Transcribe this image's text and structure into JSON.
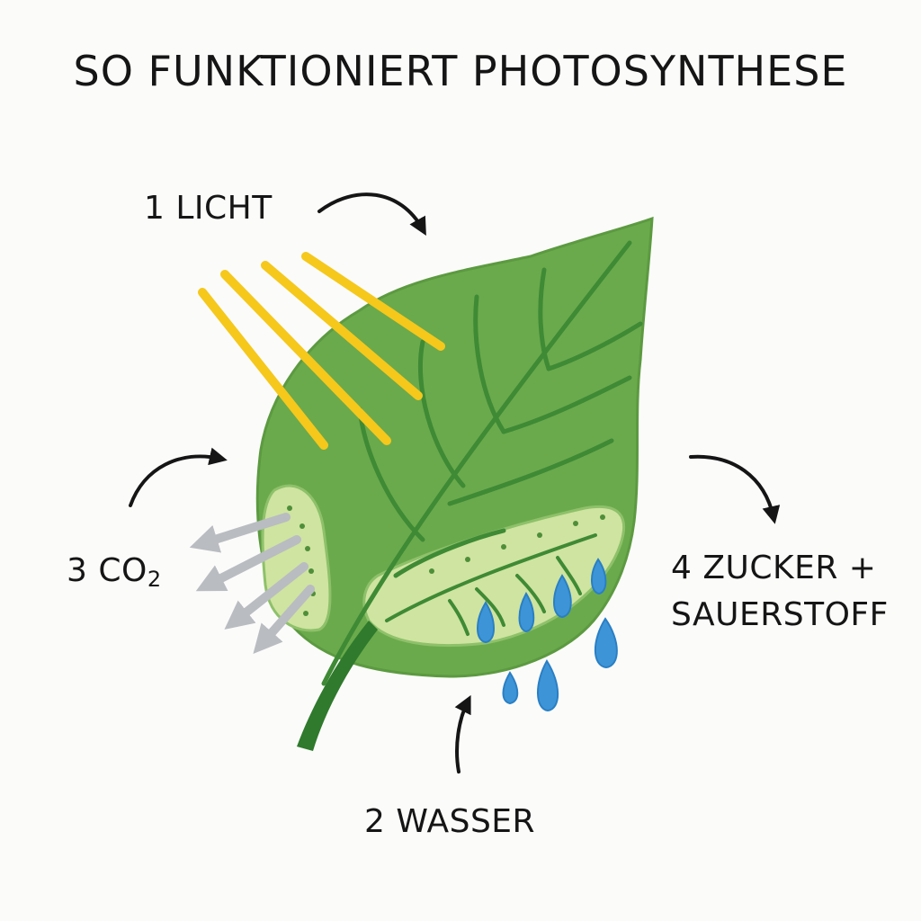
{
  "title": "SO FUNKTIONIERT PHOTOSYNTHESE",
  "steps": {
    "light": {
      "label": "1 LICHT"
    },
    "water": {
      "label": "2 WASSER"
    },
    "co2": {
      "label_main": "3 CO",
      "label_sub": "2"
    },
    "output": {
      "line1": "4 ZUCKER +",
      "line2": "SAUERSTOFF"
    }
  },
  "colors": {
    "leaf": "#6aaa4c",
    "leaf_vein": "#3f8a35",
    "leaf_inner": "#cfe4a0",
    "stem": "#2f7a2c",
    "sun_ray": "#f5c81b",
    "co2_arrow": "#b9bcc1",
    "water_drop": "#3d95d8",
    "text": "#151515"
  },
  "icons": [
    "sun-ray-icon",
    "co2-arrow-icon",
    "water-drop-icon",
    "curved-arrow-icon"
  ]
}
